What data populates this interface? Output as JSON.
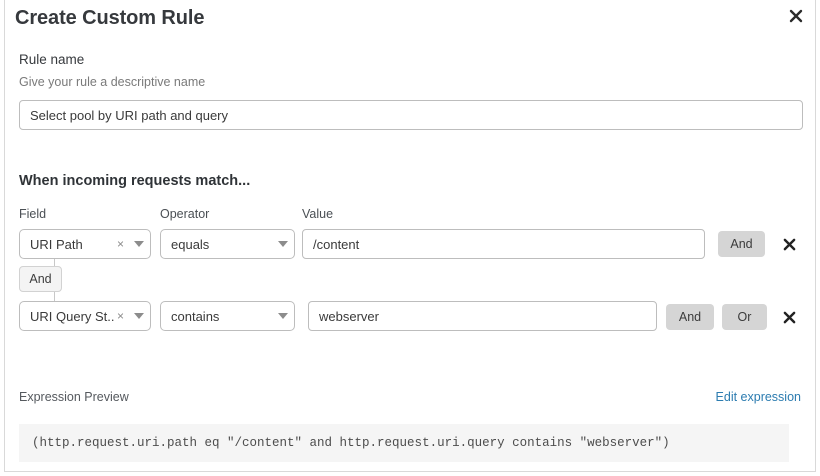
{
  "dialog": {
    "title": "Create Custom Rule",
    "close_icon": "close-icon"
  },
  "rule_name": {
    "label": "Rule name",
    "helper": "Give your rule a descriptive name",
    "value": "Select pool by URI path and query",
    "placeholder": "Select pool by URI path and query"
  },
  "conditions": {
    "heading": "When incoming requests match...",
    "columns": {
      "field": "Field",
      "operator": "Operator",
      "value": "Value"
    },
    "connector": {
      "label": "And"
    },
    "rows": [
      {
        "field": "URI Path",
        "clear_icon": "×",
        "operator": "equals",
        "value": "/content",
        "value_placeholder": "/content",
        "buttons": [
          "And"
        ],
        "delete_icon": "close-icon"
      },
      {
        "field": "URI Query St...",
        "clear_icon": "×",
        "operator": "contains",
        "value": "webserver",
        "value_placeholder": "webserver",
        "buttons": [
          "And",
          "Or"
        ],
        "delete_icon": "close-icon"
      }
    ]
  },
  "expression": {
    "label": "Expression Preview",
    "edit_link": "Edit expression",
    "code": "(http.request.uri.path eq \"/content\" and http.request.uri.query contains \"webserver\")"
  },
  "colors": {
    "accent_link": "#2c7cb0",
    "button_grey": "#d5d5d5",
    "preview_bg": "#f5f5f5",
    "border": "#bdbdbd"
  }
}
